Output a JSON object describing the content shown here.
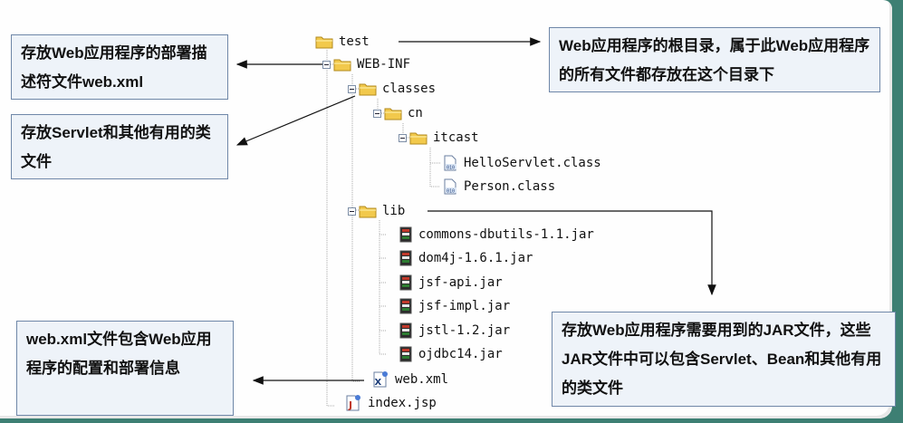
{
  "tree": {
    "root": "test",
    "web_inf": "WEB-INF",
    "classes": "classes",
    "cn": "cn",
    "itcast": "itcast",
    "hello_servlet": "HelloServlet.class",
    "person": "Person.class",
    "lib": "lib",
    "jars": [
      "commons-dbutils-1.1.jar",
      "dom4j-1.6.1.jar",
      "jsf-api.jar",
      "jsf-impl.jar",
      "jstl-1.2.jar",
      "ojdbc14.jar"
    ],
    "web_xml": "web.xml",
    "index_jsp": "index.jsp"
  },
  "callouts": {
    "root_desc": "Web应用程序的根目录，属于此Web应用程序的所有文件都存放在这个目录下",
    "webinf_desc": "存放Web应用程序的部署描述符文件web.xml",
    "classes_desc": "存放Servlet和其他有用的类文件",
    "lib_desc": "存放Web应用程序需要用到的JAR文件，这些JAR文件中可以包含Servlet、Bean和其他有用的类文件",
    "webxml_desc": "web.xml文件包含Web应用程序的配置和部署信息"
  },
  "colors": {
    "background": "#3d7f73",
    "callout_fill": "#eef3f9",
    "callout_border": "#6f87a8",
    "folder": "#f2c94c"
  },
  "icons": [
    "folder-icon",
    "class-file-icon",
    "jar-icon",
    "xml-file-icon",
    "jsp-file-icon"
  ]
}
